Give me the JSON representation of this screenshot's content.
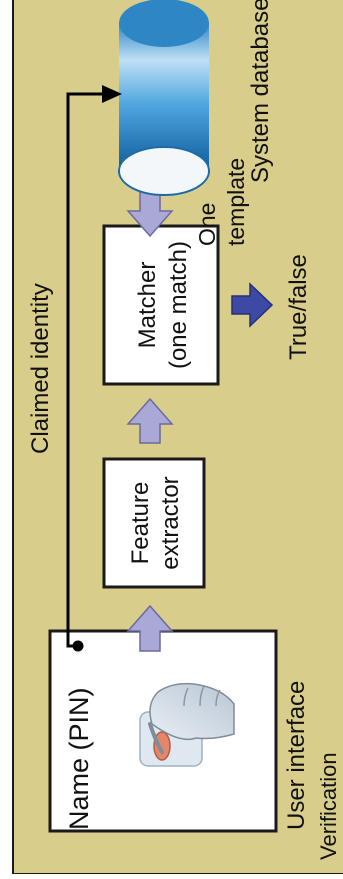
{
  "diagram": {
    "caption": "Verification",
    "components": {
      "user_interface": {
        "title": "Name (PIN)",
        "caption": "User interface"
      },
      "feature_extractor": {
        "line1": "Feature",
        "line2": "extractor"
      },
      "matcher": {
        "line1": "Matcher",
        "line2": "(one match)"
      },
      "system_database": {
        "caption": "System database"
      }
    },
    "labels": {
      "claimed_identity": "Claimed identity",
      "one_template_line1": "One",
      "one_template_line2": "template",
      "result": "True/false"
    }
  },
  "colors": {
    "background": "#d9cd8c",
    "frame_border": "#1a1a1a",
    "box_fill": "#ffffff",
    "arrow_fill": "#a9a8d6",
    "arrow_stroke": "#6a6aa0",
    "result_arrow_fill": "#3c4aa5",
    "database_blue": "#2f86c5",
    "database_top": "#f4f7fa"
  }
}
